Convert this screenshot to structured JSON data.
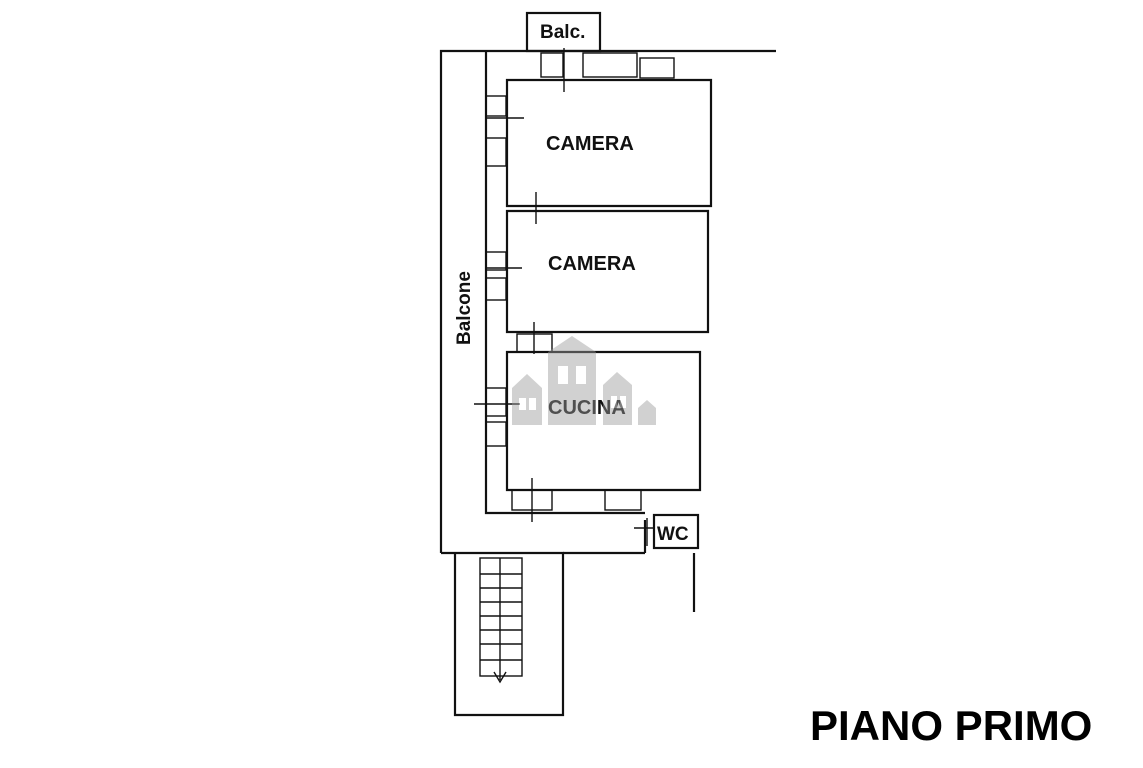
{
  "labels": {
    "balc": "Balc.",
    "balcone": "Balcone",
    "room1": "CAMERA",
    "room2": "CAMERA",
    "room3": "CUCINA",
    "wc": "WC"
  },
  "title": "PIANO PRIMO",
  "colors": {
    "ink": "#111111",
    "watermark": "#9a9a9a"
  },
  "icons": {
    "watermark": "house-logo-watermark",
    "stair_arrow": "arrow-down-icon"
  }
}
